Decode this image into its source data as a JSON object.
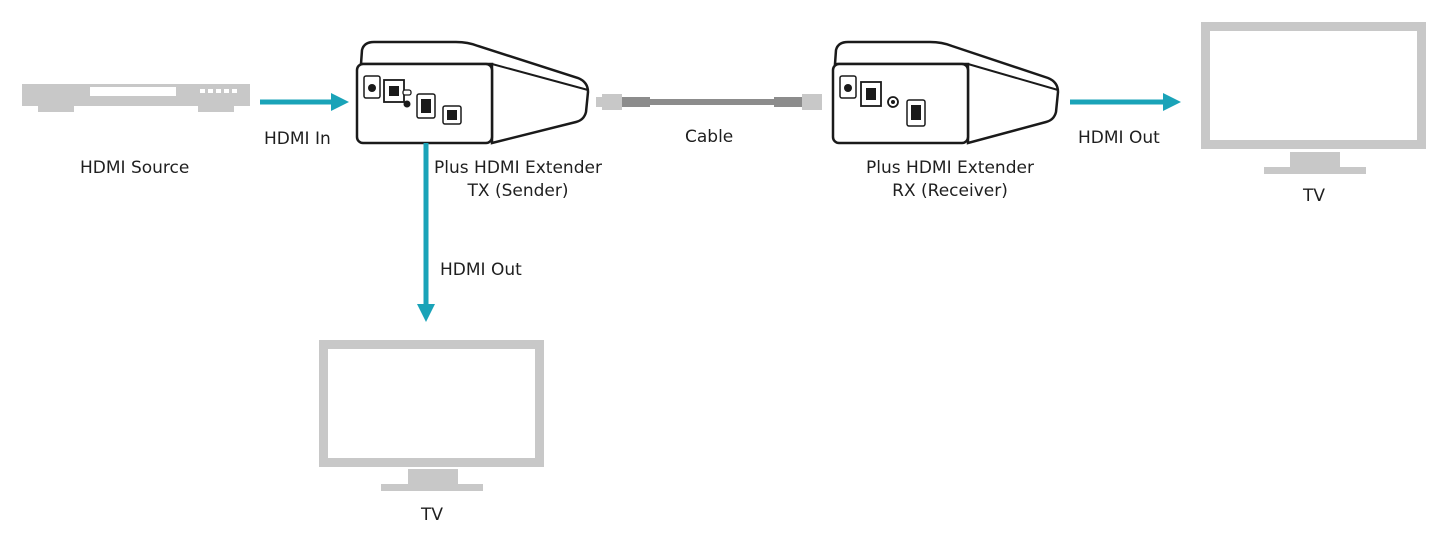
{
  "labels": {
    "hdmi_source": "HDMI Source",
    "hdmi_in": "HDMI In",
    "tx_line1": "Plus HDMI Extender",
    "tx_line2": "TX (Sender)",
    "cable": "Cable",
    "rx_line1": "Plus HDMI Extender",
    "rx_line2": "RX (Receiver)",
    "hdmi_out_right": "HDMI Out",
    "tv_right": "TV",
    "hdmi_out_down": "HDMI Out",
    "tv_bottom": "TV"
  },
  "colors": {
    "arrow": "#1aa3b8",
    "device_gray": "#c8c8c8",
    "cable_gray": "#8c8c8c",
    "box_outline": "#1a1a1a",
    "text": "#1f1f1f"
  },
  "icons": {
    "source": "media-player-icon",
    "tv": "tv-monitor-icon",
    "extender": "extender-box-icon",
    "cable": "network-cable-icon"
  }
}
